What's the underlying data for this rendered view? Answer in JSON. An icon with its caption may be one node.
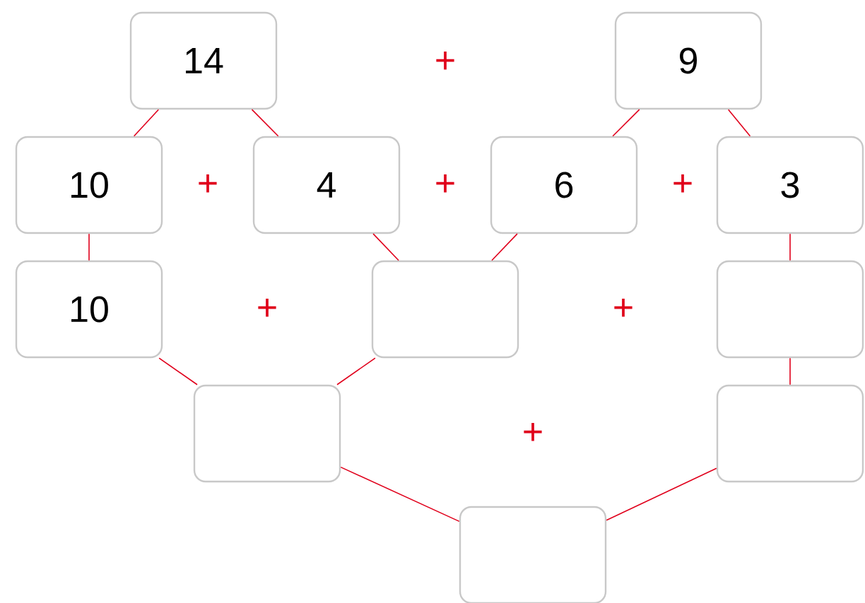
{
  "diagram": {
    "nodes": [
      {
        "text": [
          "14"
        ]
      },
      {
        "text": [
          "9"
        ]
      },
      {
        "text": [
          "10"
        ]
      },
      {
        "text": [
          "4"
        ]
      },
      {
        "text": [
          "6"
        ]
      },
      {
        "text": [
          "3"
        ]
      },
      {
        "text": [
          "10"
        ]
      },
      {
        "text": [],
        "shape": "box"
      },
      {
        "text": [],
        "shape": "box"
      },
      {
        "text": [],
        "shape": "box"
      },
      {
        "text": [],
        "shape": "box"
      },
      {
        "text": [],
        "shape": "box"
      }
    ],
    "edges": [
      {
        "from": 0,
        "to": 2,
        "arrow": "none"
      },
      {
        "from": 0,
        "to": 3,
        "arrow": "none"
      },
      {
        "from": 1,
        "to": 4,
        "arrow": "none"
      },
      {
        "from": 1,
        "to": 5,
        "arrow": "none"
      },
      {
        "from": 2,
        "to": 6,
        "arrow": "none"
      },
      {
        "from": 3,
        "to": 7,
        "arrow": "none"
      },
      {
        "from": 4,
        "to": 7,
        "arrow": "none"
      },
      {
        "from": 5,
        "to": 8,
        "arrow": "none"
      },
      {
        "from": 6,
        "to": 9,
        "arrow": "none"
      },
      {
        "from": 7,
        "to": 9,
        "arrow": "none"
      },
      {
        "from": 8,
        "to": 10,
        "arrow": "none"
      },
      {
        "from": 9,
        "to": 11,
        "arrow": "none"
      },
      {
        "from": 10,
        "to": 11,
        "arrow": "none"
      }
    ],
    "labels": [
      "+",
      "+",
      "+",
      "+",
      "+",
      "+",
      "+"
    ]
  }
}
